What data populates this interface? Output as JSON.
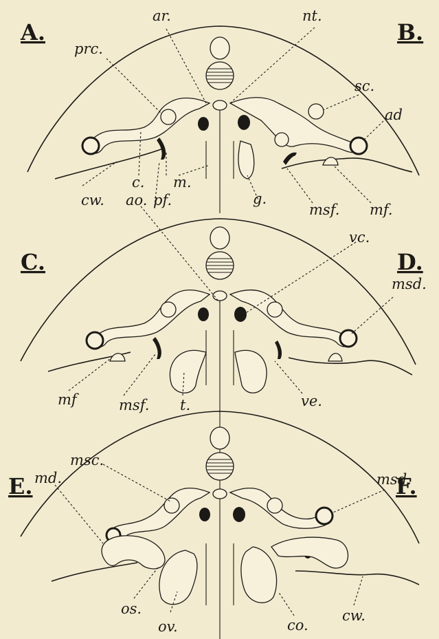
{
  "panels": [
    {
      "id": "A",
      "label": "A."
    },
    {
      "id": "B",
      "label": "B."
    },
    {
      "id": "C",
      "label": "C."
    },
    {
      "id": "D",
      "label": "D."
    },
    {
      "id": "E",
      "label": "E."
    },
    {
      "id": "F",
      "label": "F."
    }
  ],
  "labels": {
    "ar": "ar.",
    "nt": "nt.",
    "prc": "prc.",
    "sc": "sc.",
    "ad": "ad",
    "c": "c.",
    "m": "m.",
    "cw_top": "cw.",
    "ao": "ao.",
    "pf": "pf.",
    "g": "g.",
    "msf_top": "msf.",
    "mf_top": "mf.",
    "vc": "vc.",
    "msd_mid": "msd.",
    "mf_mid": "mf",
    "msf_mid": "msf.",
    "t": "t.",
    "ve": "ve.",
    "msc": "msc.",
    "md": "md.",
    "msd_bot": "msd.",
    "os": "os.",
    "ov": "ov.",
    "co": "co.",
    "cw_bot": "cw."
  }
}
